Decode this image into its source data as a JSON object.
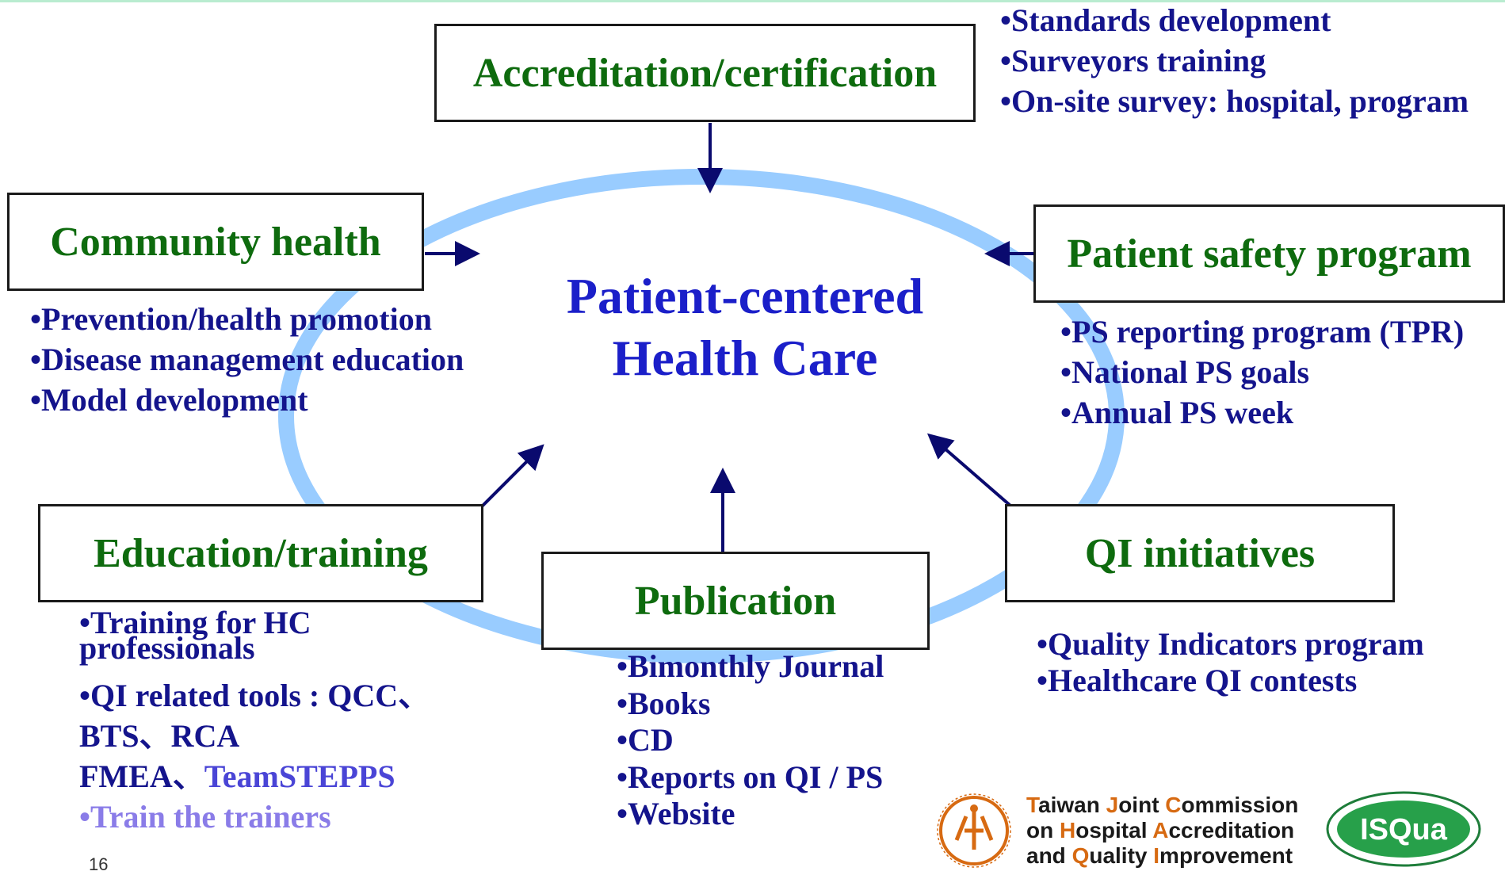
{
  "center": {
    "line1": "Patient-centered",
    "line2": "Health Care"
  },
  "accreditation": {
    "title": "Accreditation/certification",
    "items": [
      "•Standards development",
      "•Surveyors training",
      "•On-site survey: hospital, program"
    ]
  },
  "community": {
    "title": "Community health",
    "items": [
      "•Prevention/health promotion",
      "•Disease management education",
      "•Model development"
    ]
  },
  "patient_safety": {
    "title": "Patient safety program",
    "items": [
      "•PS reporting program (TPR)",
      "•National PS goals",
      "•Annual PS week"
    ]
  },
  "education": {
    "title": "Education/training",
    "items": [
      "•Training for HC",
      "professionals",
      "•QI related  tools : QCC、",
      "BTS、RCA",
      "FMEA、",
      "TeamSTEPPS",
      "•Train the trainers"
    ]
  },
  "publication": {
    "title": "Publication",
    "items": [
      "•Bimonthly Journal",
      "•Books",
      "•CD",
      "•Reports on QI / PS",
      "•Website"
    ]
  },
  "qi": {
    "title": "QI initiatives",
    "items": [
      "•Quality Indicators program",
      "•Healthcare QI contests"
    ]
  },
  "page_number": "16",
  "footer": {
    "org_line1": [
      "T",
      "aiwan ",
      "J",
      "oint ",
      "C",
      "ommission"
    ],
    "org_line2": [
      "on ",
      "H",
      "ospital ",
      "A",
      "ccreditation"
    ],
    "org_line3": [
      "and ",
      "Q",
      "uality ",
      "I",
      "mprovement"
    ],
    "logo_right_text": "ISQua"
  },
  "colors": {
    "box_title": "#0e6b0e",
    "center_text": "#1b1fc9",
    "list_text": "#14148c",
    "ring": "#99ccff",
    "arrow": "#0a0a6e"
  }
}
